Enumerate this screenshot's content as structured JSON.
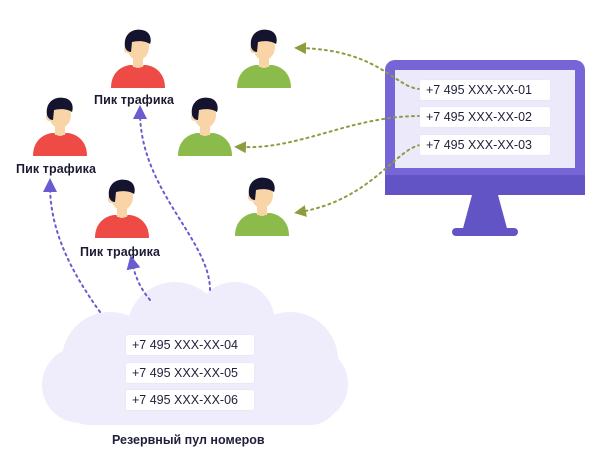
{
  "colors": {
    "person_red_shirt": "#ee4b47",
    "person_green_shirt": "#8bbb4a",
    "skin": "#f8d4a6",
    "hair": "#14142e",
    "arrow_green": "#8c9d3f",
    "arrow_purple": "#6a5bd0",
    "monitor": "#7565d6",
    "cloud": "#efedfb"
  },
  "peak_traffic_labels": [
    "Пик трафика",
    "Пик трафика",
    "Пик трафика"
  ],
  "monitor_numbers": [
    "+7 495 ХХХ-ХХ-01",
    "+7 495 ХХХ-ХХ-02",
    "+7 495 ХХХ-ХХ-03"
  ],
  "reserve_pool": {
    "numbers": [
      "+7 495 ХХХ-ХХ-04",
      "+7 495 ХХХ-ХХ-05",
      "+7 495 ХХХ-ХХ-06"
    ],
    "caption": "Резервный пул номеров"
  },
  "icons": [
    "person-icon",
    "monitor-icon",
    "cloud-icon",
    "arrow-icon"
  ]
}
